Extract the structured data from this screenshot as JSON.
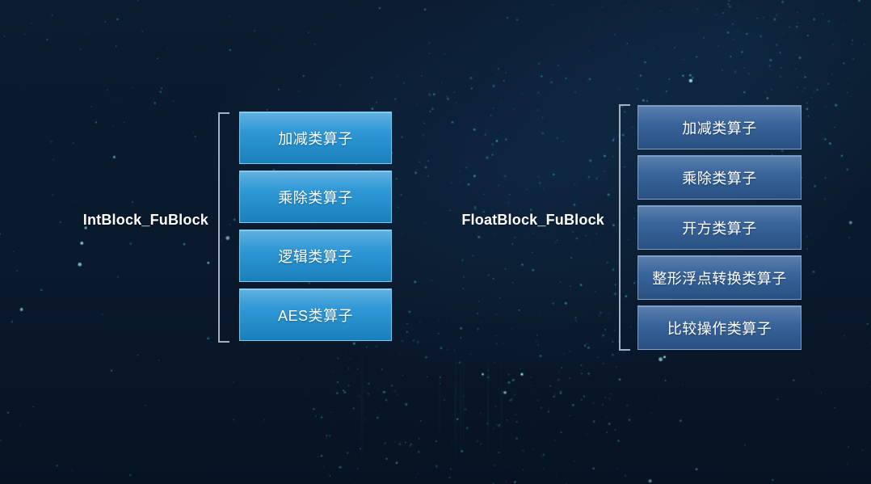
{
  "slide": {
    "background_color": "#0a192c",
    "particle_color": "#4fd0e4"
  },
  "groups": [
    {
      "label": "IntBlock_FuBlock",
      "accent": "#1d8fd2",
      "items": [
        "加减类算子",
        "乘除类算子",
        "逻辑类算子",
        "AES类算子"
      ]
    },
    {
      "label": "FloatBlock_FuBlock",
      "accent": "#2f5d97",
      "items": [
        "加减类算子",
        "乘除类算子",
        "开方类算子",
        "整形浮点转换类算子",
        "比较操作类算子"
      ]
    }
  ]
}
